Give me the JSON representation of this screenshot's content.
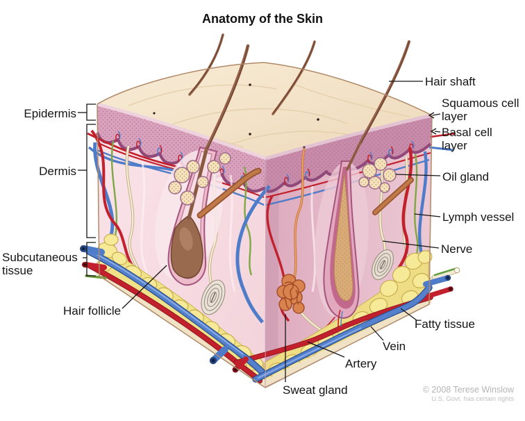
{
  "title": "Anatomy of the Skin",
  "labels": {
    "epidermis": "Epidermis",
    "dermis": "Dermis",
    "subcutaneous": "Subcutaneous tissue",
    "hair_follicle": "Hair follicle",
    "hair_shaft": "Hair shaft",
    "squamous": "Squamous cell layer",
    "basal": "Basal cell layer",
    "oil_gland": "Oil gland",
    "lymph_vessel": "Lymph vessel",
    "nerve": "Nerve",
    "fatty_tissue": "Fatty tissue",
    "vein": "Vein",
    "artery": "Artery",
    "sweat_gland": "Sweat gland"
  },
  "credit": {
    "line1": "© 2008 Terese Winslow",
    "line2": "U.S. Govt. has certain rights"
  },
  "colors": {
    "artery_red": "#c2202c",
    "vein_blue": "#4f7cc9",
    "lymph_green": "#7fa743",
    "nerve_cream": "#f6efd7",
    "fat_yellow": "#f2e48c",
    "epidermis_mauve": "#d9a2bd",
    "skin_surface": "#f4e4cb"
  }
}
